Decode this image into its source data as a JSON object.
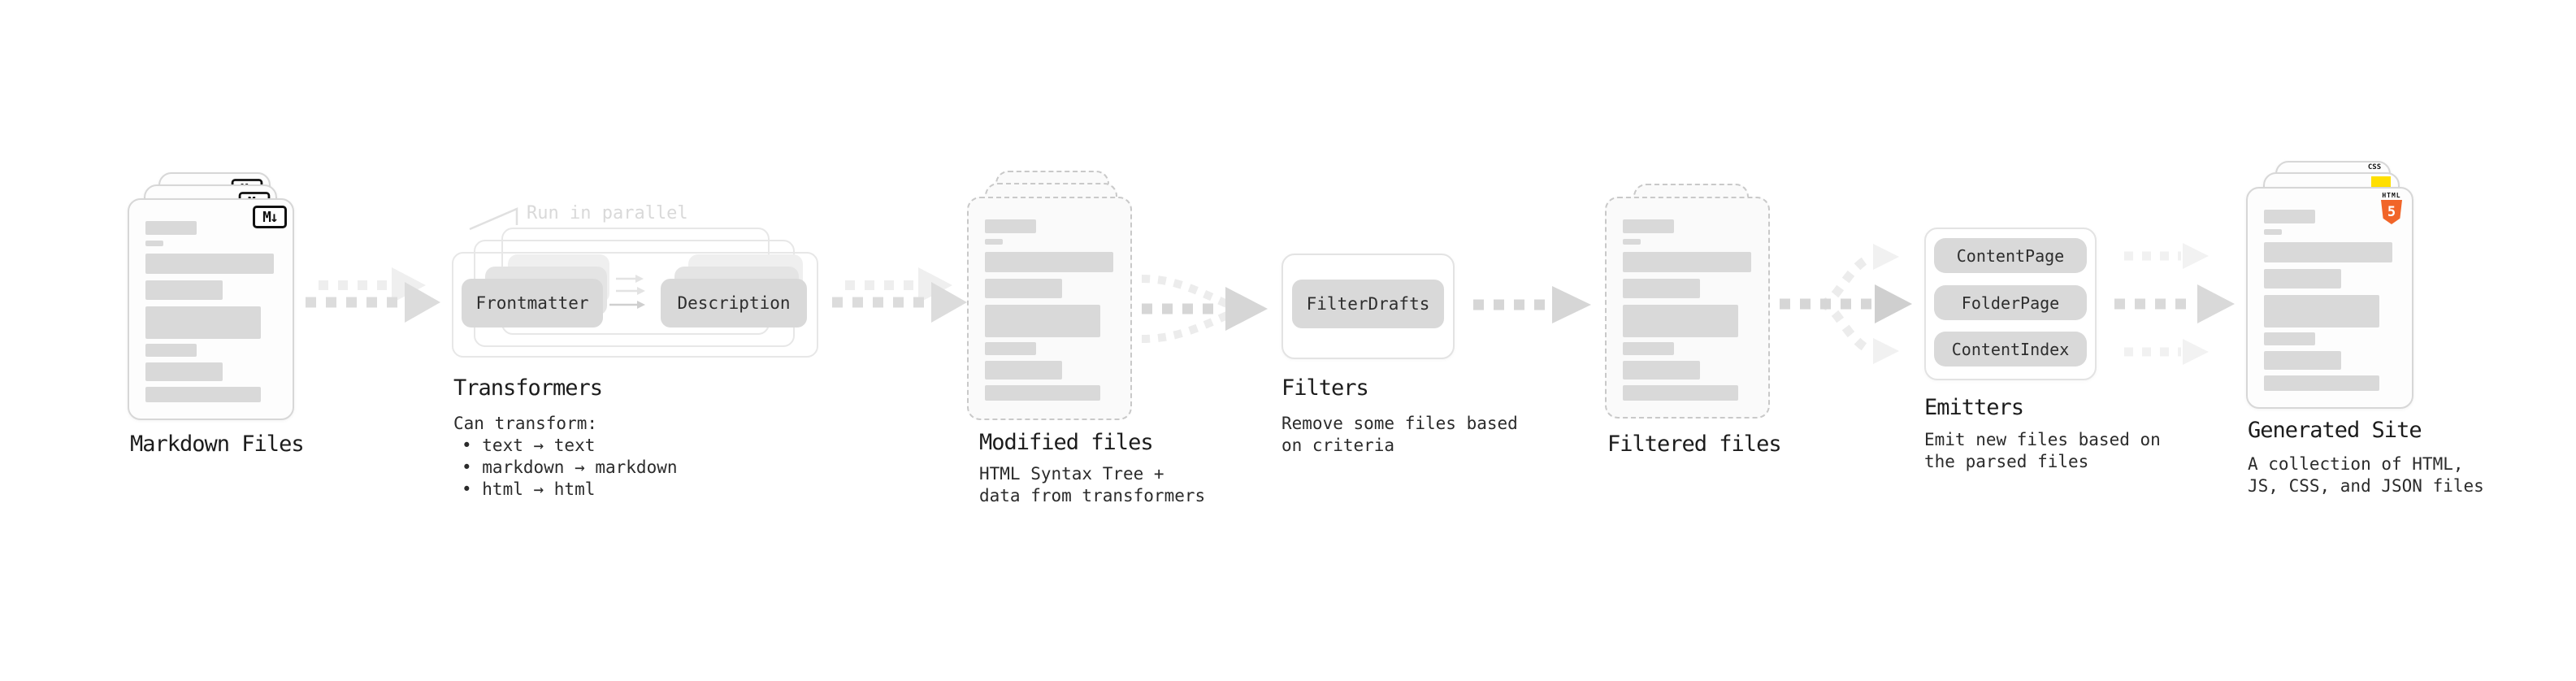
{
  "stages": {
    "markdown": {
      "label": "Markdown Files"
    },
    "transformers": {
      "label": "Transformers",
      "callout": "Run in parallel",
      "desc": "Can transform:",
      "bullets": [
        "• text → text",
        "• markdown → markdown",
        "• html → html"
      ],
      "buttons": {
        "frontmatter": "Frontmatter",
        "description": "Description"
      }
    },
    "modified": {
      "label": "Modified files",
      "sub1": "HTML Syntax Tree +",
      "sub2": "data from transformers"
    },
    "filters": {
      "label": "Filters",
      "sub1": "Remove some files based",
      "sub2": "on criteria",
      "button": "FilterDrafts"
    },
    "filtered": {
      "label": "Filtered files"
    },
    "emitters": {
      "label": "Emitters",
      "sub1": "Emit new files based on",
      "sub2": "the parsed files",
      "buttons": [
        "ContentPage",
        "FolderPage",
        "ContentIndex"
      ]
    },
    "generated": {
      "label": "Generated Site",
      "sub1": "A collection of HTML,",
      "sub2": "JS, CSS, and JSON files"
    }
  },
  "icons": {
    "markdown_badge": "M↓",
    "html5_label": "HTML",
    "html5_number": "5",
    "css_label": "CSS"
  },
  "colors": {
    "html5_orange": "#f16529",
    "js_yellow": "#ffdf00",
    "css_blue": "#2b6fe0",
    "bar_gray": "#d9d9d9",
    "arrow_medium": "#d6d6d6",
    "arrow_light": "#ececec"
  }
}
